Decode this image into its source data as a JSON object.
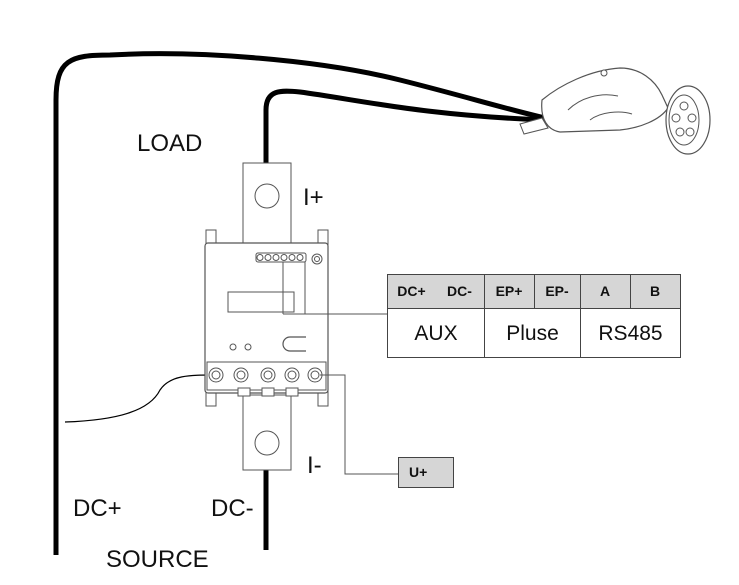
{
  "labels": {
    "load": "LOAD",
    "i_plus": "I+",
    "i_minus": "I-",
    "dc_plus": "DC+",
    "dc_minus": "DC-",
    "source": "SOURCE"
  },
  "terminal_table": {
    "pins": [
      "DC+",
      "DC-",
      "EP+",
      "EP-",
      "A",
      "B"
    ],
    "groups": [
      "AUX",
      "Pluse",
      "RS485"
    ]
  },
  "u_plus_label": "U+",
  "colors": {
    "wire": "#000000",
    "table_header": "#d6d6d6",
    "outline": "#444444"
  }
}
